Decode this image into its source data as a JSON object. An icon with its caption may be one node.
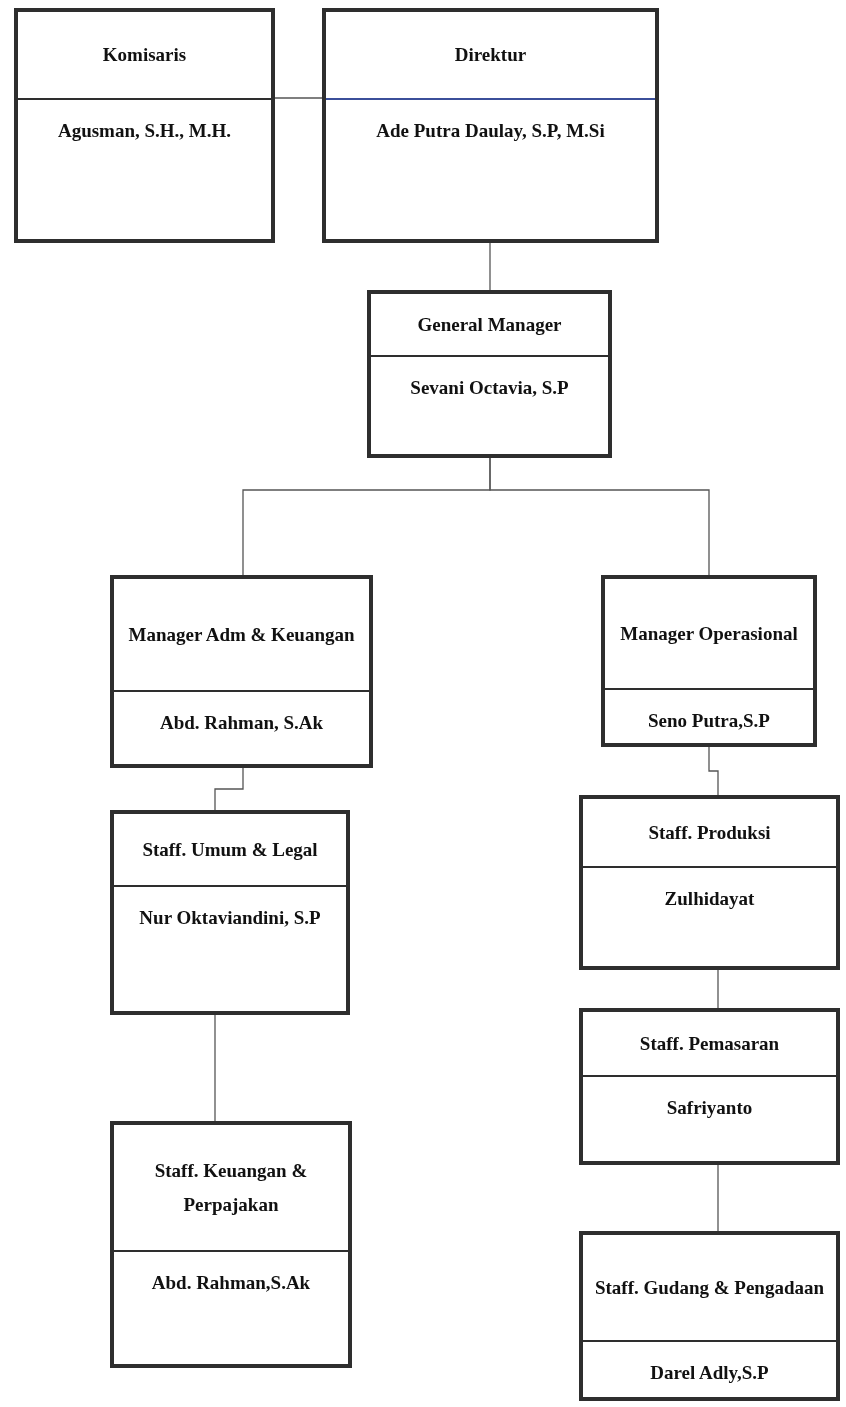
{
  "diagram": {
    "nodes": [
      {
        "text": [
          "Komisaris",
          "Agusman, S.H., M.H."
        ]
      },
      {
        "text": [
          "Direktur",
          "Ade Putra Daulay, S.P, M.Si"
        ]
      },
      {
        "text": [
          "General Manager",
          "Sevani Octavia, S.P"
        ]
      },
      {
        "text": [
          "Manager Adm & Keuangan",
          "Abd. Rahman, S.Ak"
        ]
      },
      {
        "text": [
          "Manager Operasional",
          "Seno Putra,S.P"
        ]
      },
      {
        "text": [
          "Staff. Umum & Legal",
          "Nur Oktaviandini, S.P"
        ]
      },
      {
        "text": [
          "Staff. Produksi",
          "Zulhidayat"
        ]
      },
      {
        "text": [
          "Staff. Keuangan & Perpajakan",
          "Abd. Rahman,S.Ak"
        ]
      },
      {
        "text": [
          "Staff. Pemasaran",
          "Safriyanto"
        ]
      },
      {
        "text": [
          "Staff. Gudang & Pengadaan",
          "Darel Adly,S.P"
        ]
      }
    ],
    "edges": [
      {
        "from": 0,
        "to": 1,
        "arrow": "none"
      },
      {
        "from": 1,
        "to": 2,
        "arrow": "none"
      },
      {
        "from": 2,
        "to": 3,
        "arrow": "none"
      },
      {
        "from": 2,
        "to": 4,
        "arrow": "none"
      },
      {
        "from": 3,
        "to": 5,
        "arrow": "none"
      },
      {
        "from": 4,
        "to": 6,
        "arrow": "none"
      },
      {
        "from": 5,
        "to": 7,
        "arrow": "none"
      },
      {
        "from": 6,
        "to": 8,
        "arrow": "none"
      },
      {
        "from": 8,
        "to": 9,
        "arrow": "none"
      }
    ]
  }
}
